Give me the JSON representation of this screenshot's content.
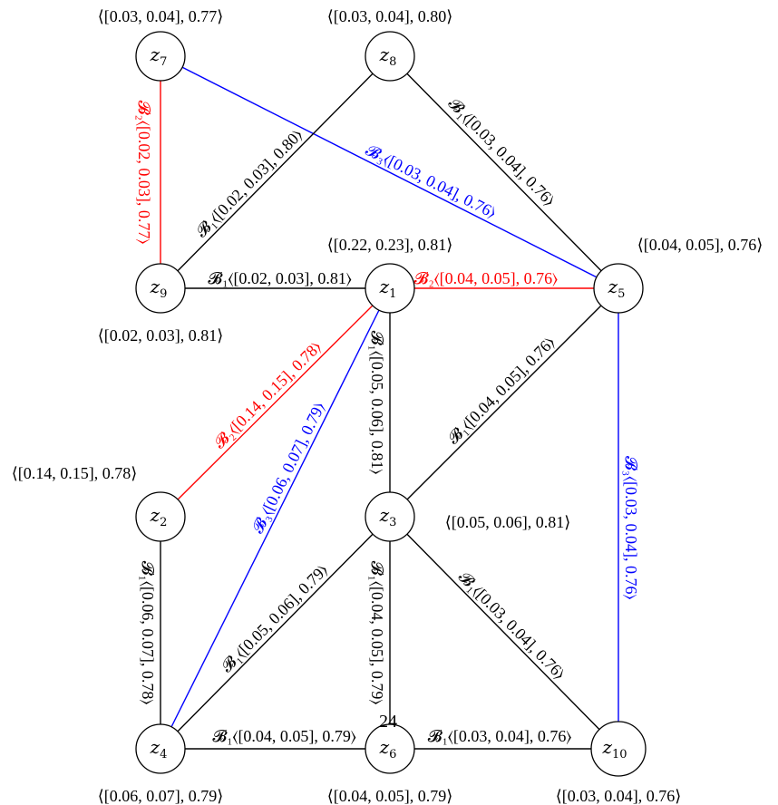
{
  "colors": {
    "black": "#000000",
    "red": "#ff0000",
    "blue": "#0000ff"
  },
  "page_number": "24",
  "nodes": [
    {
      "id": "z1",
      "letter": "z",
      "sub": "1",
      "value": "⟨[0.22, 0.23], 0.81⟩"
    },
    {
      "id": "z2",
      "letter": "z",
      "sub": "2",
      "value": "⟨[0.14, 0.15], 0.78⟩"
    },
    {
      "id": "z3",
      "letter": "z",
      "sub": "3",
      "value": "⟨[0.05, 0.06], 0.81⟩"
    },
    {
      "id": "z4",
      "letter": "z",
      "sub": "4",
      "value": "⟨[0.06, 0.07], 0.79⟩"
    },
    {
      "id": "z5",
      "letter": "z",
      "sub": "5",
      "value": "⟨[0.04, 0.05], 0.76⟩"
    },
    {
      "id": "z6",
      "letter": "z",
      "sub": "6",
      "value": "⟨[0.04, 0.05], 0.79⟩"
    },
    {
      "id": "z7",
      "letter": "z",
      "sub": "7",
      "value": "⟨[0.03, 0.04], 0.77⟩"
    },
    {
      "id": "z8",
      "letter": "z",
      "sub": "8",
      "value": "⟨[0.03, 0.04], 0.80⟩"
    },
    {
      "id": "z9",
      "letter": "z",
      "sub": "9",
      "value": "⟨[0.02, 0.03], 0.81⟩"
    },
    {
      "id": "z10",
      "letter": "z",
      "sub": "10",
      "value": "⟨[0.03, 0.04], 0.76⟩"
    }
  ],
  "edges": [
    {
      "id": "z7-z9",
      "from": "z7",
      "to": "z9",
      "color": "red",
      "label": "𝓑₂⟨[0.02, 0.03], 0.77⟩"
    },
    {
      "id": "z7-z5",
      "from": "z7",
      "to": "z5",
      "color": "blue",
      "label": "𝓑₃⟨[0.03, 0.04], 0.76⟩"
    },
    {
      "id": "z9-z8",
      "from": "z9",
      "to": "z8",
      "color": "black",
      "label": "𝓑₁⟨[0.02, 0.03], 0.80⟩"
    },
    {
      "id": "z8-z5",
      "from": "z8",
      "to": "z5",
      "color": "black",
      "label": "𝓑₁⟨[0.03, 0.04], 0.76⟩"
    },
    {
      "id": "z9-z1",
      "from": "z9",
      "to": "z1",
      "color": "black",
      "label": "𝓑₁⟨[0.02, 0.03], 0.81⟩"
    },
    {
      "id": "z1-z5",
      "from": "z1",
      "to": "z5",
      "color": "red",
      "label": "𝓑₂⟨[0.04, 0.05], 0.76⟩"
    },
    {
      "id": "z1-z2",
      "from": "z1",
      "to": "z2",
      "color": "red",
      "label": "𝓑₂⟨[0.14, 0.15], 0.78⟩"
    },
    {
      "id": "z1-z4",
      "from": "z1",
      "to": "z4",
      "color": "blue",
      "label": "𝓑₃⟨[0.06, 0.07], 0.79⟩"
    },
    {
      "id": "z1-z3",
      "from": "z1",
      "to": "z3",
      "color": "black",
      "label": "𝓑₁⟨[0.05, 0.06], 0.81⟩"
    },
    {
      "id": "z5-z3",
      "from": "z5",
      "to": "z3",
      "color": "black",
      "label": "𝓑₁⟨[0.04, 0.05], 0.76⟩"
    },
    {
      "id": "z5-z10",
      "from": "z5",
      "to": "z10",
      "color": "blue",
      "label": "𝓑₃⟨[0.03, 0.04], 0.76⟩"
    },
    {
      "id": "z2-z4",
      "from": "z2",
      "to": "z4",
      "color": "black",
      "label": "𝓑₁⟨[0.06, 0.07], 0.78⟩"
    },
    {
      "id": "z3-z4",
      "from": "z3",
      "to": "z4",
      "color": "black",
      "label": "𝓑₁⟨[0.05, 0.06], 0.79⟩"
    },
    {
      "id": "z3-z6",
      "from": "z3",
      "to": "z6",
      "color": "black",
      "label": "𝓑₁⟨[0.04, 0.05], 0.79⟩"
    },
    {
      "id": "z3-z10",
      "from": "z3",
      "to": "z10",
      "color": "black",
      "label": "𝓑₁⟨[0.03, 0.04], 0.76⟩"
    },
    {
      "id": "z4-z6",
      "from": "z4",
      "to": "z6",
      "color": "black",
      "label": "𝓑₁⟨[0.04, 0.05], 0.79⟩"
    },
    {
      "id": "z6-z10",
      "from": "z6",
      "to": "z10",
      "color": "black",
      "label": "𝓑₁⟨[0.03, 0.04], 0.76⟩"
    }
  ]
}
